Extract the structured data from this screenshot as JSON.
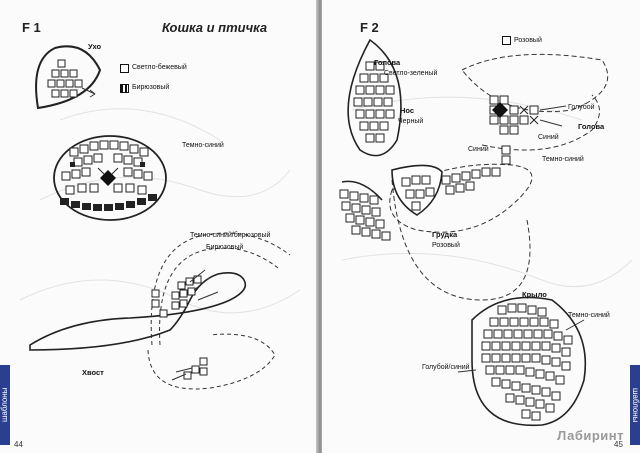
{
  "left_page": {
    "code": "F 1",
    "title": "Кошка и птичка",
    "page_number": "44",
    "side_tab": "шаблоны",
    "labels": {
      "ear": "Ухо",
      "legend_light_beige": "Светло-бежевый",
      "legend_turquoise": "Бирюзовый",
      "dark_blue_1": "Темно-синий",
      "dark_blue_2": "Темно-синий/бирюзовый",
      "turquoise": "Бирюзовый",
      "tail": "Хвост"
    }
  },
  "right_page": {
    "code": "F 2",
    "page_number": "45",
    "side_tab": "шаблоны",
    "labels": {
      "pink_legend": "Розовый",
      "head_left": "Голова",
      "head_left_color": "Светло-зеленый",
      "nose": "Нос",
      "nose_color": "Черный",
      "blue": "Голубой",
      "head_right": "Голова",
      "sine": "Синий",
      "sine2": "Синий",
      "dark_blue": "Темно-синий",
      "breast": "Грудка",
      "breast_color": "Розовый",
      "wing": "Крыло",
      "wing_dark_blue": "Темно-синий",
      "wing_light_blue": "Голубой/синий"
    }
  },
  "watermark": "Лабиринт"
}
